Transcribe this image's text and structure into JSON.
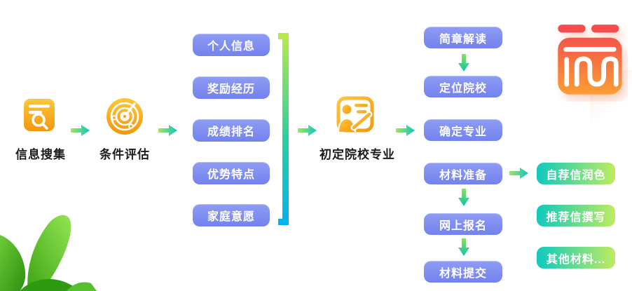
{
  "steps": {
    "collect": {
      "label": "信息搜集",
      "icon": "document-search-icon"
    },
    "evaluate": {
      "label": "条件评估",
      "icon": "radar-icon"
    },
    "preliminary": {
      "label": "初定院校专业",
      "icon": "profile-document-icon"
    }
  },
  "info_group": [
    "个人信息",
    "奖励经历",
    "成绩排名",
    "优势特点",
    "家庭意愿"
  ],
  "process_group": [
    "简章解读",
    "定位院校",
    "确定专业",
    "材料准备",
    "网上报名",
    "材料提交"
  ],
  "materials_group": [
    "自荐信润色",
    "推荐信撰写",
    "其他材料..."
  ],
  "icons": {
    "document_search": "document-search-icon",
    "radar": "radar-icon",
    "profile_document": "profile-document-icon",
    "arrow_right": "arrow-right-icon",
    "arrow_down": "arrow-down-icon",
    "bracket": "group-bracket",
    "brand": "brand-logo",
    "leaves": "leaf-decoration"
  },
  "colors": {
    "button_blue": "#7b8bef",
    "button_green_start": "#0fc9bd",
    "button_green_end": "#bfec5f",
    "arrow_start": "#9fe65a",
    "arrow_end": "#12c3c4",
    "bracket_top": "#b6e94c",
    "bracket_bottom": "#00b4ec",
    "icon_orange": "#f9a21a",
    "logo_red": "#f84b4e",
    "logo_orange": "#fc9d33",
    "leaf_green": "#56be2a",
    "label_text": "#1b1b1b"
  }
}
